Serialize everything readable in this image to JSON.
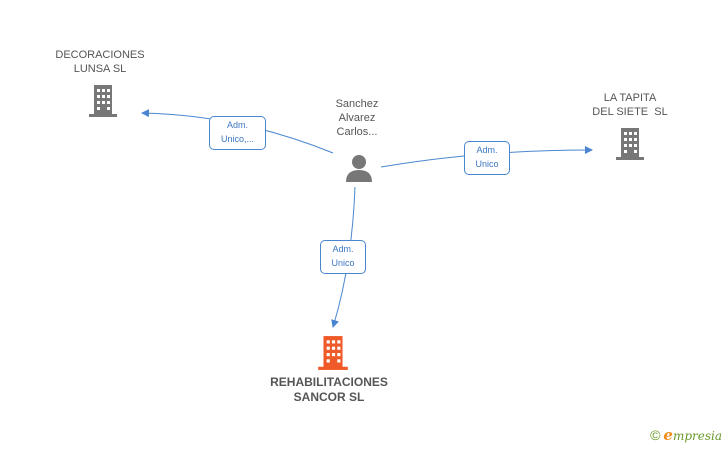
{
  "nodes": {
    "person": {
      "name_lines": [
        "Sanchez",
        "Alvarez",
        "Carlos..."
      ],
      "icon": "person-icon"
    },
    "company_left": {
      "name_lines": [
        "DECORACIONES",
        "LUNSA SL"
      ],
      "icon": "building-icon"
    },
    "company_right": {
      "name_lines": [
        "LA TAPITA",
        "DEL SIETE  SL"
      ],
      "icon": "building-icon"
    },
    "company_main": {
      "name_lines": [
        "REHABILITACIONES",
        "SANCOR SL"
      ],
      "icon": "building-icon"
    }
  },
  "edges": {
    "to_left": {
      "label_lines": [
        "Adm.",
        "Unico,..."
      ]
    },
    "to_right": {
      "label_lines": [
        "Adm.",
        "Unico"
      ]
    },
    "to_main": {
      "label_lines": [
        "Adm.",
        "Unico"
      ]
    }
  },
  "colors": {
    "edge": "#4a86d0",
    "icon_gray": "#777777",
    "icon_highlight": "#f05a28"
  },
  "watermark": {
    "symbol": "©",
    "brand_initial": "e",
    "brand_rest": "mpresia"
  }
}
